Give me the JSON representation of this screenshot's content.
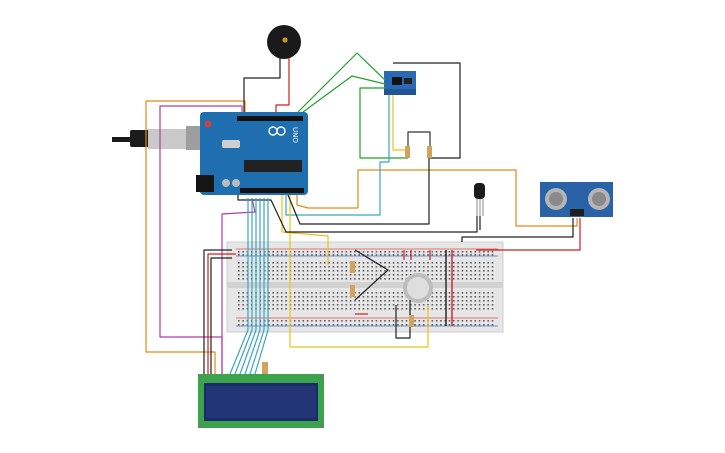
{
  "board": {
    "logo": "UNO",
    "brand": "ARDUINO",
    "icon": "arduino-uno-board"
  },
  "buzzer": {
    "icon": "piezo-buzzer"
  },
  "wifi_module": {
    "icon": "esp8266-wifi-module"
  },
  "usb_plug": {
    "icon": "usb-cable-plug"
  },
  "temp_sensor": {
    "icon": "tmp36-temperature-sensor"
  },
  "ultrasonic": {
    "icon": "ultrasonic-distance-sensor"
  },
  "gas_sensor": {
    "icon": "gas-sensor"
  },
  "breadboard": {
    "icon": "breadboard"
  },
  "lcd": {
    "icon": "lcd-16x2-display"
  },
  "colors": {
    "arduino": "#1f6fb0",
    "lcd_pcb": "#3aa34c",
    "lcd_screen": "#1b2a6b",
    "ultrasonic_pcb": "#2a62a8",
    "wire_orange": "#e08a14",
    "wire_magenta": "#b23ca0",
    "wire_red": "#d01f1f",
    "wire_green": "#1fa02a",
    "wire_yellow": "#e8c21a",
    "wire_cyan": "#3aa6c0",
    "wire_black": "#202020"
  }
}
